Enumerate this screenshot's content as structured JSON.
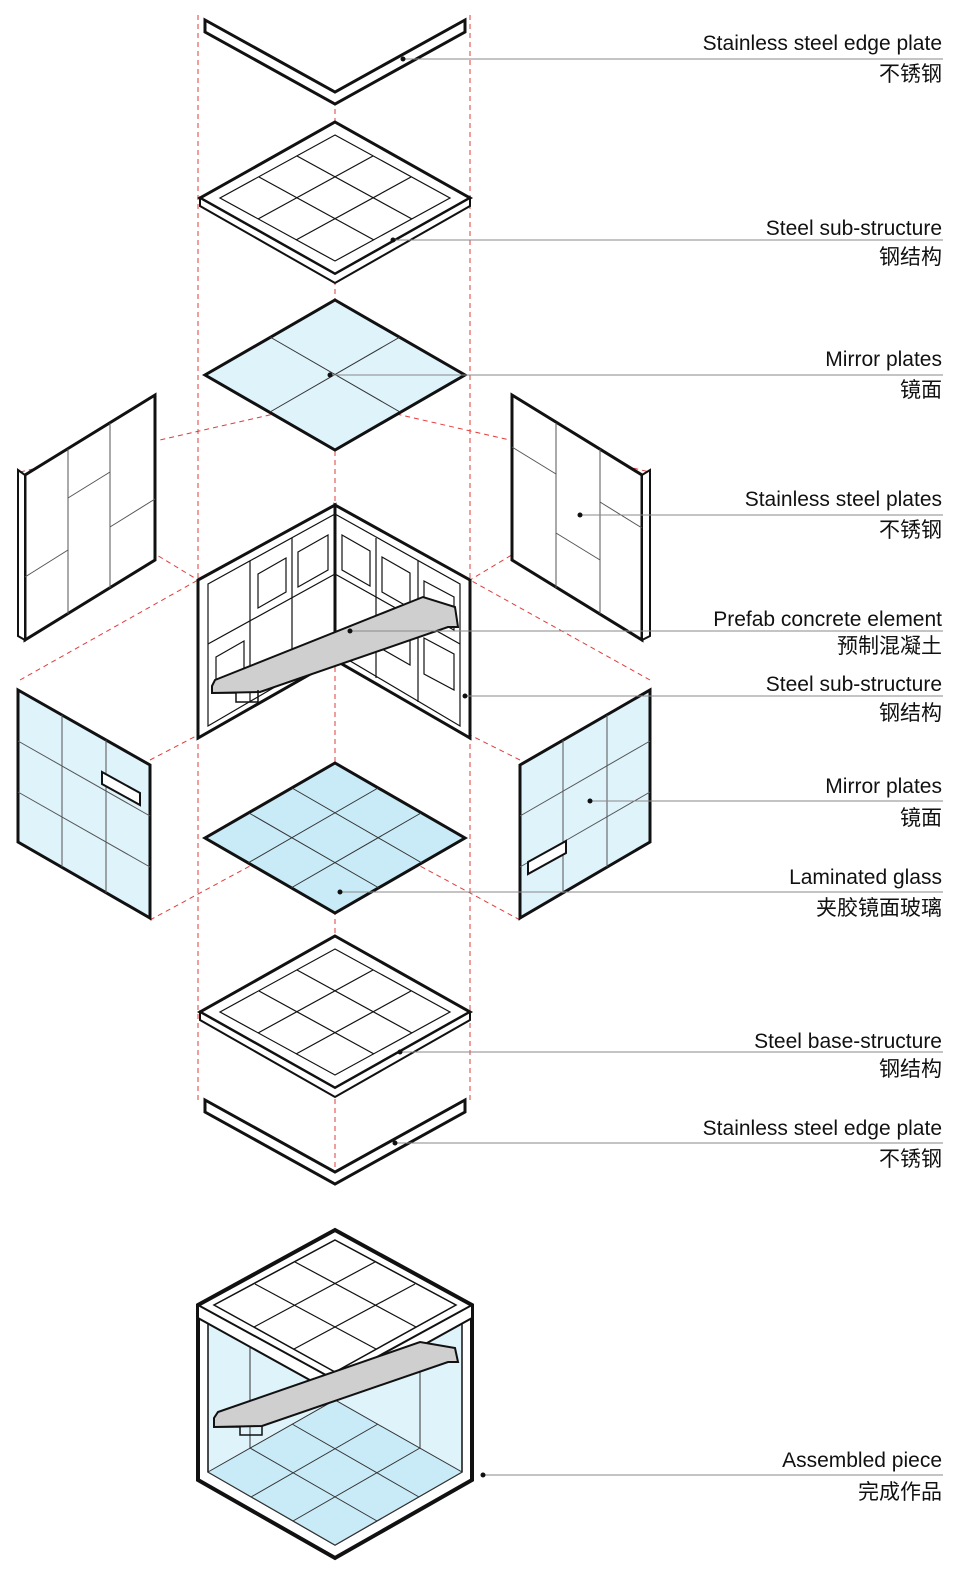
{
  "labels": [
    {
      "en": "Stainless steel edge plate",
      "zh": "不锈钢"
    },
    {
      "en": "Steel sub-structure",
      "zh": "钢结构"
    },
    {
      "en": "Mirror plates",
      "zh": "镜面"
    },
    {
      "en": "Stainless steel plates",
      "zh": "不锈钢"
    },
    {
      "en": "Prefab concrete element",
      "zh": "预制混凝土"
    },
    {
      "en": "Steel sub-structure",
      "zh": "钢结构"
    },
    {
      "en": "Mirror plates",
      "zh": "镜面"
    },
    {
      "en": "Laminated glass",
      "zh": "夹胶镜面玻璃"
    },
    {
      "en": "Steel base-structure",
      "zh": "钢结构"
    },
    {
      "en": "Stainless steel edge plate",
      "zh": "不锈钢"
    },
    {
      "en": "Assembled piece",
      "zh": "完成作品"
    }
  ],
  "colors": {
    "line": "#111111",
    "leader": "#888888",
    "guide": "#e23b3b",
    "glass": "#dff3fb",
    "glass_dark": "#c8ebf7",
    "concrete": "#cfcfcf"
  }
}
